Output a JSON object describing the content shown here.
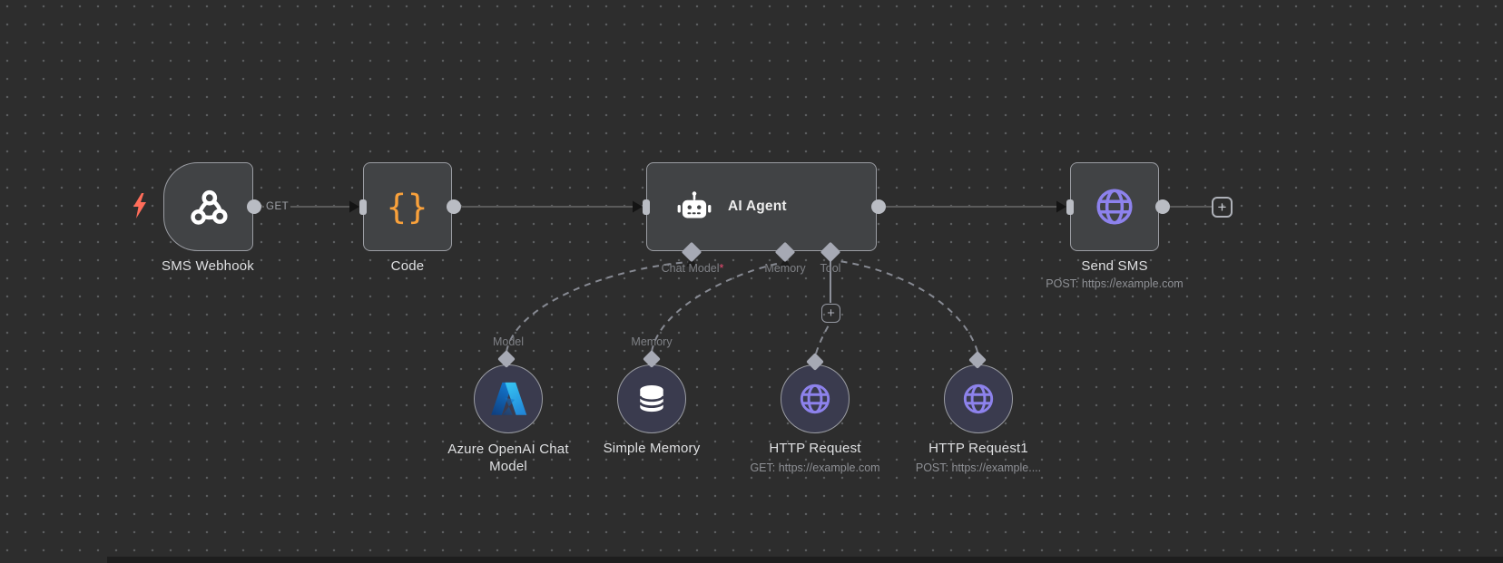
{
  "connections": {
    "webhook_to_code_label": "GET"
  },
  "nodes": {
    "sms_webhook": {
      "label": "SMS Webhook"
    },
    "code": {
      "label": "Code"
    },
    "ai_agent": {
      "label": "AI Agent",
      "ports": {
        "chat_model": "Chat Model",
        "required_marker": "*",
        "memory": "Memory",
        "tool": "Tool"
      }
    },
    "send_sms": {
      "label": "Send SMS",
      "subtitle": "POST: https://example.com"
    },
    "azure_openai_chat_model": {
      "label": "Azure OpenAI Chat Model",
      "output_label": "Model"
    },
    "simple_memory": {
      "label": "Simple Memory",
      "output_label": "Memory"
    },
    "http_request": {
      "label": "HTTP Request",
      "subtitle": "GET: https://example.com"
    },
    "http_request1": {
      "label": "HTTP Request1",
      "subtitle": "POST: https://example...."
    }
  },
  "buttons": {
    "add_next_node": "+",
    "add_tool": "+"
  },
  "icons": {
    "trigger": "lightning-icon",
    "sms_webhook": "webhook-icon",
    "code": "curly-braces-icon",
    "ai_agent": "robot-icon",
    "send_sms": "globe-icon",
    "azure_openai_chat_model": "azure-icon",
    "simple_memory": "database-icon",
    "http_request": "globe-icon",
    "http_request1": "globe-icon",
    "code_braces_glyph": "{}"
  },
  "colors": {
    "canvas_bg": "#2d2d2d",
    "node_fill": "#414345",
    "subnode_fill": "#3a3b4e",
    "node_border": "#9b9da3",
    "wire": "#5a5a5a",
    "wire_dashed": "#878a93",
    "trigger_bolt": "#ff6d5a",
    "code_icon": "#f9a13b",
    "globe_icon": "#8d82ec",
    "required_asterisk": "#ea4b71",
    "azure_blue_dark": "#1559a4",
    "azure_blue_light": "#35c1f1"
  }
}
